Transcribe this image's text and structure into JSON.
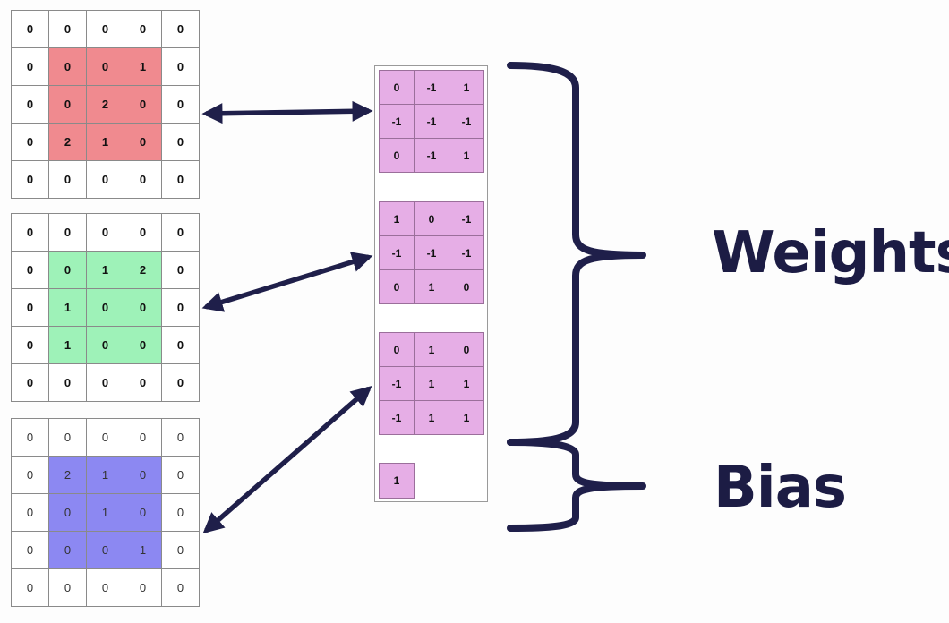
{
  "input_channels": [
    {
      "name": "red",
      "color": "#f08a8f",
      "rows": [
        [
          "0",
          "0",
          "0",
          "0",
          "0"
        ],
        [
          "0",
          "0",
          "0",
          "1",
          "0"
        ],
        [
          "0",
          "0",
          "2",
          "0",
          "0"
        ],
        [
          "0",
          "2",
          "1",
          "0",
          "0"
        ],
        [
          "0",
          "0",
          "0",
          "0",
          "0"
        ]
      ]
    },
    {
      "name": "green",
      "color": "#9ef2b8",
      "rows": [
        [
          "0",
          "0",
          "0",
          "0",
          "0"
        ],
        [
          "0",
          "0",
          "1",
          "2",
          "0"
        ],
        [
          "0",
          "1",
          "0",
          "0",
          "0"
        ],
        [
          "0",
          "1",
          "0",
          "0",
          "0"
        ],
        [
          "0",
          "0",
          "0",
          "0",
          "0"
        ]
      ]
    },
    {
      "name": "blue",
      "color": "#8c88f2",
      "rows": [
        [
          "0",
          "0",
          "0",
          "0",
          "0"
        ],
        [
          "0",
          "2",
          "1",
          "0",
          "0"
        ],
        [
          "0",
          "0",
          "1",
          "0",
          "0"
        ],
        [
          "0",
          "0",
          "0",
          "1",
          "0"
        ],
        [
          "0",
          "0",
          "0",
          "0",
          "0"
        ]
      ]
    }
  ],
  "kernels": [
    [
      [
        "0",
        "-1",
        "1"
      ],
      [
        "-1",
        "-1",
        "-1"
      ],
      [
        "0",
        "-1",
        "1"
      ]
    ],
    [
      [
        "1",
        "0",
        "-1"
      ],
      [
        "-1",
        "-1",
        "-1"
      ],
      [
        "0",
        "1",
        "0"
      ]
    ],
    [
      [
        "0",
        "1",
        "0"
      ],
      [
        "-1",
        "1",
        "1"
      ],
      [
        "-1",
        "1",
        "1"
      ]
    ]
  ],
  "bias_value": "1",
  "labels": {
    "weights": "Weights",
    "bias": "Bias"
  },
  "colors": {
    "kernel_fill": "#e6aee6",
    "arrow": "#1f1f4a",
    "brace": "#1f1f4a",
    "label": "#1c1c44"
  }
}
